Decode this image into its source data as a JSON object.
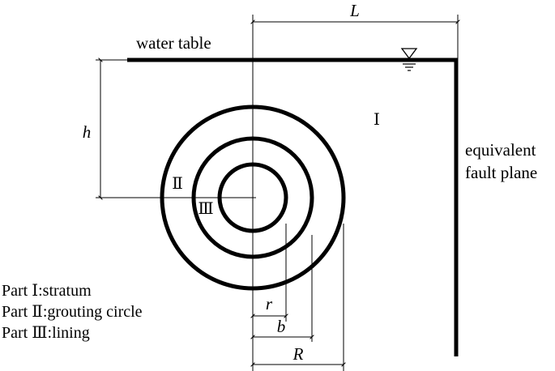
{
  "labels": {
    "water_table": "water table",
    "fault_line1": "equivalent",
    "fault_line2": "fault plane",
    "L": "L",
    "h": "h",
    "r": "r",
    "b": "b",
    "R": "R"
  },
  "regions": {
    "part1": "Ⅰ",
    "part2": "Ⅱ",
    "part3": "Ⅲ"
  },
  "legend": [
    {
      "part": "Part Ⅰ",
      "desc": ":stratum"
    },
    {
      "part": "Part Ⅱ",
      "desc": ":grouting circle"
    },
    {
      "part": "Part Ⅲ",
      "desc": ":lining"
    }
  ]
}
